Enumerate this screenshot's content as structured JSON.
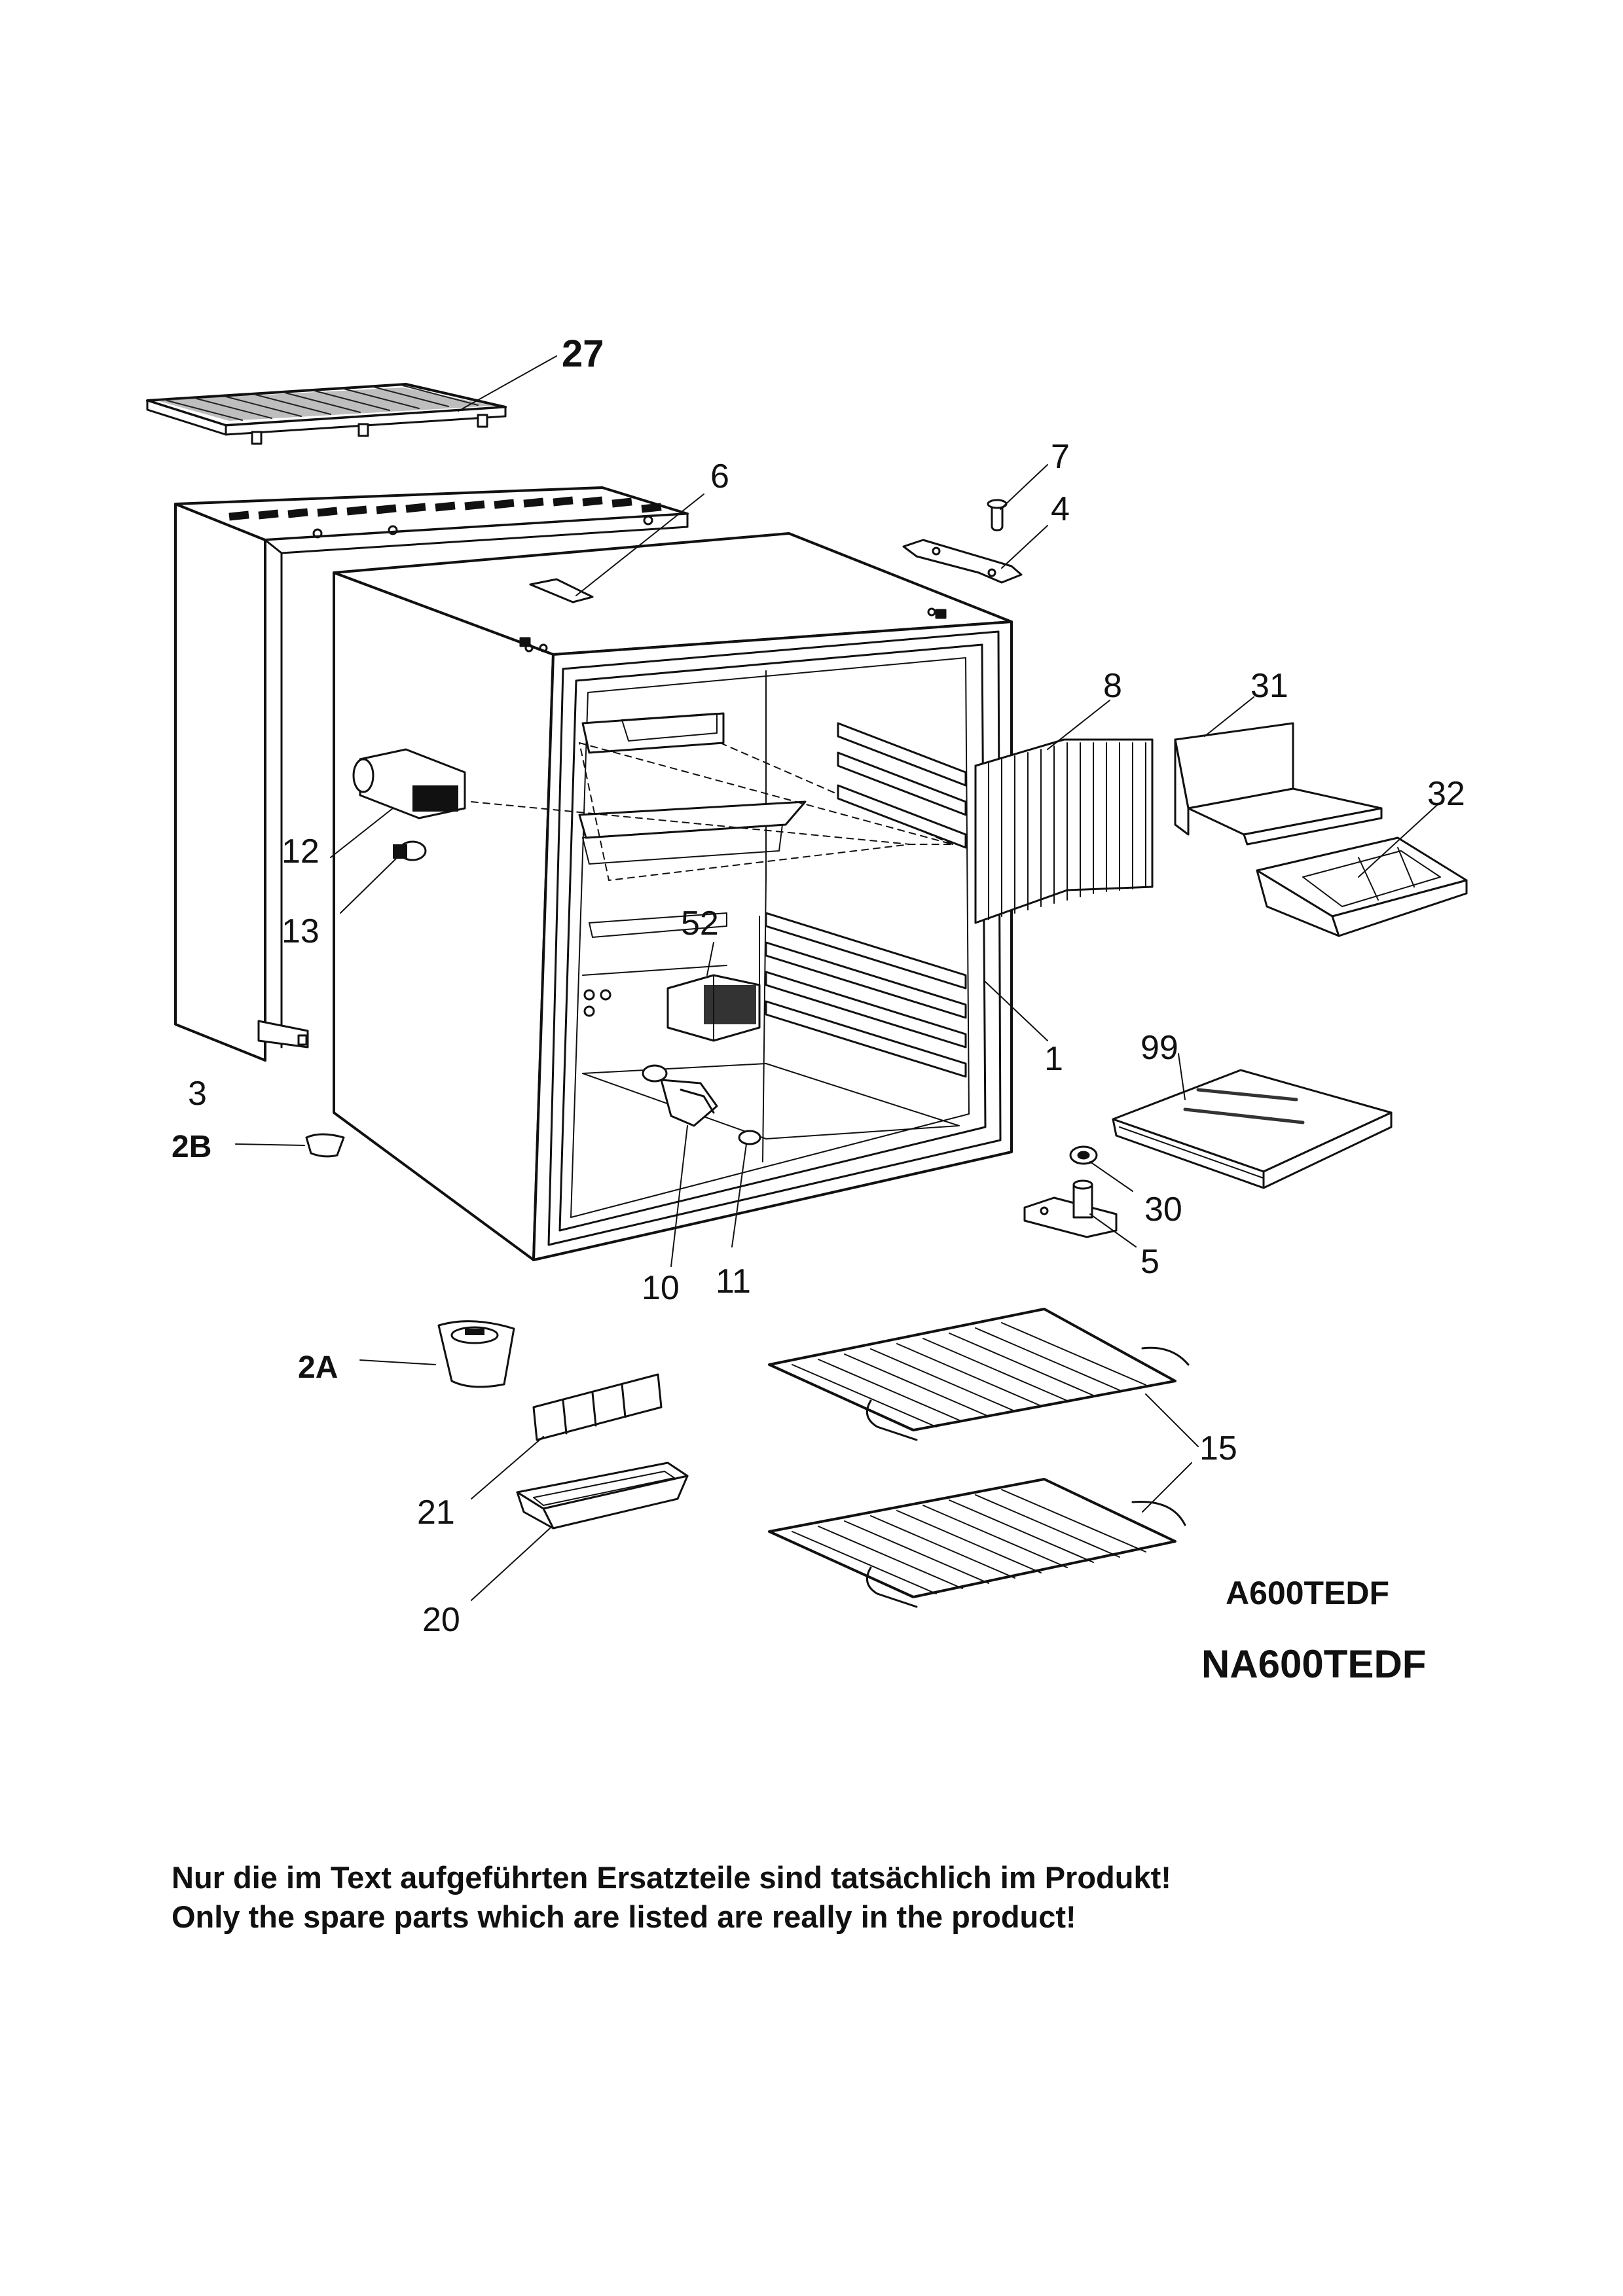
{
  "part_labels": {
    "p27": "27",
    "p6": "6",
    "p7": "7",
    "p4": "4",
    "p8": "8",
    "p31": "31",
    "p32": "32",
    "p12": "12",
    "p13": "13",
    "p52": "52",
    "p1": "1",
    "p99": "99",
    "p3": "3",
    "p2B": "2B",
    "p30": "30",
    "p5": "5",
    "p10": "10",
    "p11": "11",
    "p2A": "2A",
    "p15": "15",
    "p21": "21",
    "p20": "20"
  },
  "models": {
    "primary": "A600TEDF",
    "secondary": "NA600TEDF"
  },
  "notes": {
    "german": "Nur die im Text aufgeführten Ersatzteile sind tatsächlich im Produkt!",
    "english": "Only the spare parts which are listed are really in the product!"
  }
}
